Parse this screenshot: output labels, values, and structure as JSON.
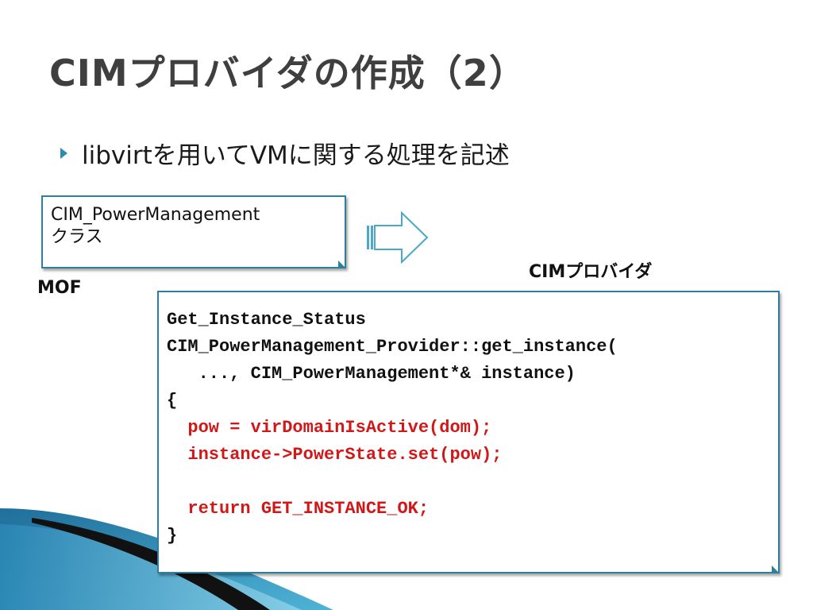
{
  "slide": {
    "title": "CIMプロバイダの作成（2）",
    "bullet": "libvirtを用いてVMに関する処理を記述",
    "mof_box": {
      "line1": "CIM_PowerManagement",
      "line2": "クラス"
    },
    "mof_label": "MOF",
    "provider_label": "CIMプロバイダ",
    "code_lines": [
      {
        "text": "Get_Instance_Status",
        "highlight": false
      },
      {
        "text": "CIM_PowerManagement_Provider::get_instance(",
        "highlight": false
      },
      {
        "text": "   ..., CIM_PowerManagement*& instance)",
        "highlight": false
      },
      {
        "text": "{",
        "highlight": false
      },
      {
        "text": "  pow = virDomainIsActive(dom);",
        "highlight": true
      },
      {
        "text": "  instance->PowerState.set(pow);",
        "highlight": true
      },
      {
        "text": "",
        "highlight": false
      },
      {
        "text": "  return GET_INSTANCE_OK;",
        "highlight": true
      },
      {
        "text": "}",
        "highlight": false
      }
    ],
    "colors": {
      "title": "#3f3f3f",
      "accent": "#2e7f9c",
      "code_highlight": "#d01818",
      "code_normal": "#111111"
    },
    "icons": {
      "bullet": "triangle-bullet-icon",
      "arrow": "right-arrow-icon"
    }
  }
}
